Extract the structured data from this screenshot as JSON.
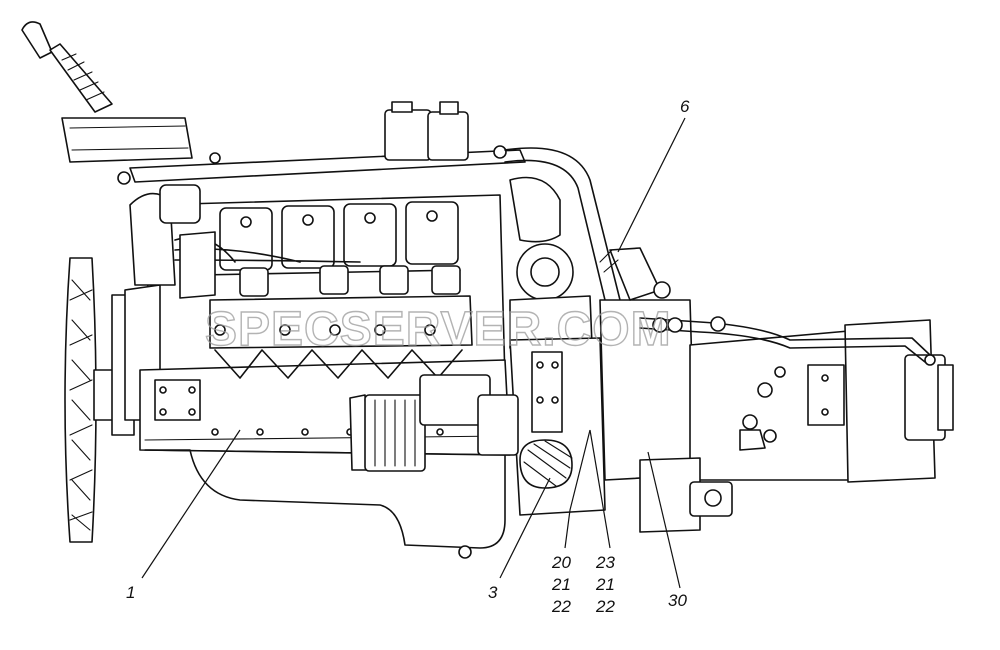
{
  "watermark": "SPECSERVER.COM",
  "callouts": {
    "c1": "1",
    "c3": "3",
    "c6": "6",
    "c20": "20",
    "c21a": "21",
    "c22a": "22",
    "c23": "23",
    "c21b": "21",
    "c22b": "22",
    "c30": "30"
  }
}
